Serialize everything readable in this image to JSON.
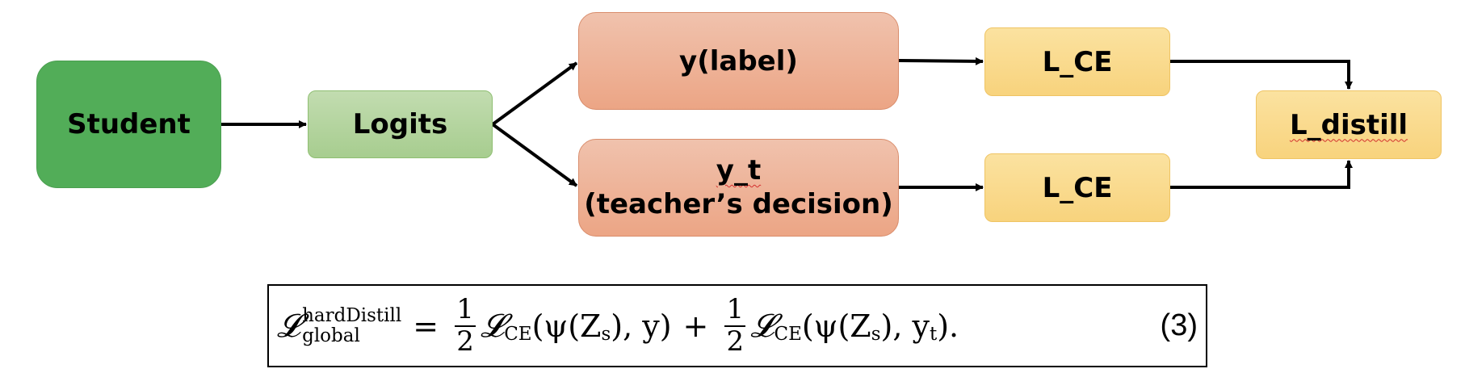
{
  "nodes": {
    "student": "Student",
    "logits": "Logits",
    "y_label": "y(label)",
    "y_t_line1": "y_t",
    "y_t_line2": "(teacher’s decision)",
    "lce_top": "L_CE",
    "lce_bottom": "L_CE",
    "l_distill": "L_distill"
  },
  "formula": {
    "loss_symbol": "𝓛",
    "superscript": "hardDistill",
    "subscript": "global",
    "equals": "=",
    "half_num": "1",
    "half_den": "2",
    "ce_sub": "CE",
    "term1_args": "(ψ(Z",
    "zs_sub": "s",
    "term1_tail": "), y)",
    "plus": "+",
    "term2_tail_a": "), y",
    "t_sub": "t",
    "term2_tail_b": ").",
    "equation_number": "(3)"
  },
  "colors": {
    "student": "#52ad58",
    "logits": "#b5d69f",
    "peach": "#eeb295",
    "yellow": "#f9d98b"
  }
}
